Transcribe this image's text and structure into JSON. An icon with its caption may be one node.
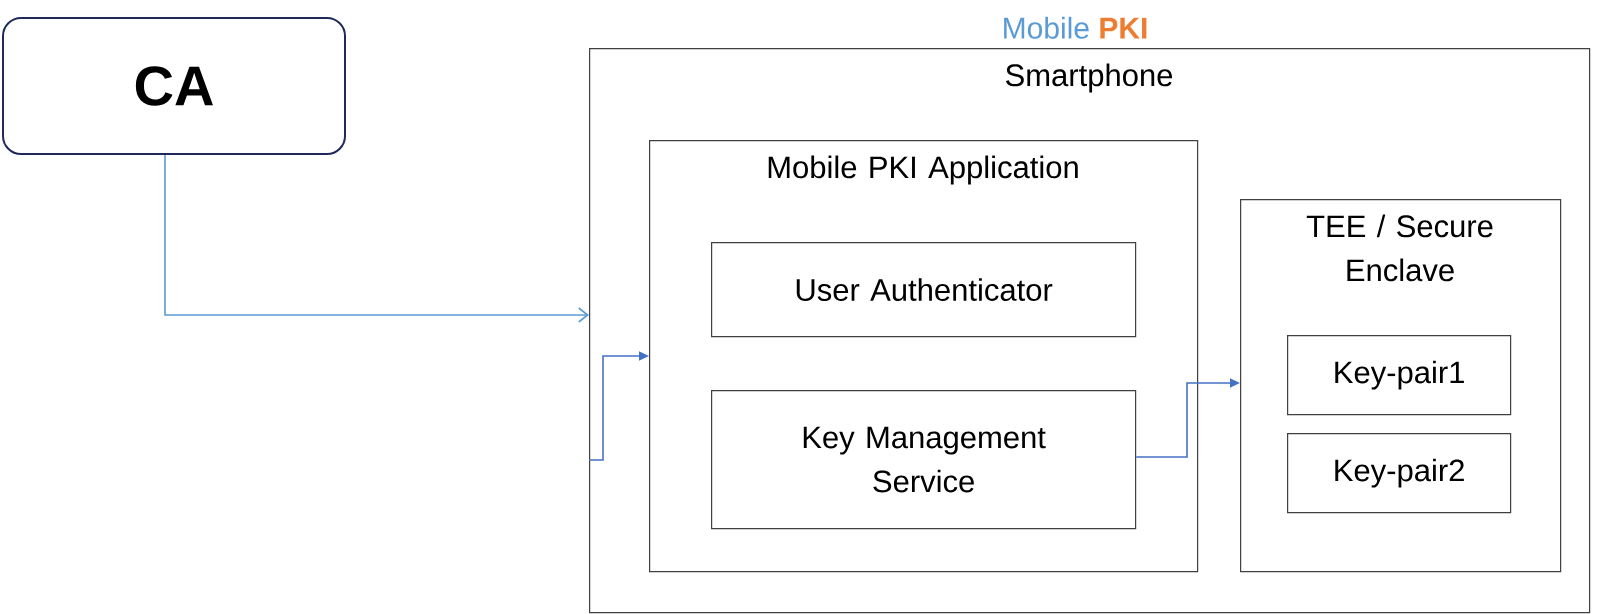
{
  "diagram": {
    "title": "Mobile **PKI**",
    "nodes": [
      {
        "text": [
          "CA"
        ]
      },
      {
        "text": [
          "Smartphone"
        ]
      },
      {
        "text": [
          "Mobile PKI Application"
        ],
        "in": 1
      },
      {
        "text": [
          "User Authenticator"
        ],
        "in": 2
      },
      {
        "text": [
          "Key Management Service"
        ],
        "in": 2
      },
      {
        "text": [
          "TEE / Secure Enclave"
        ],
        "in": 1
      },
      {
        "text": [
          "Key-pair1"
        ],
        "in": 5
      },
      {
        "text": [
          "Key-pair2"
        ],
        "in": 5
      }
    ],
    "edges": [
      {
        "from": 0,
        "to": 1,
        "arrow": "to"
      },
      {
        "from": null,
        "to": 2,
        "arrow": "to"
      },
      {
        "from": 4,
        "to": 5,
        "arrow": "to"
      }
    ]
  }
}
